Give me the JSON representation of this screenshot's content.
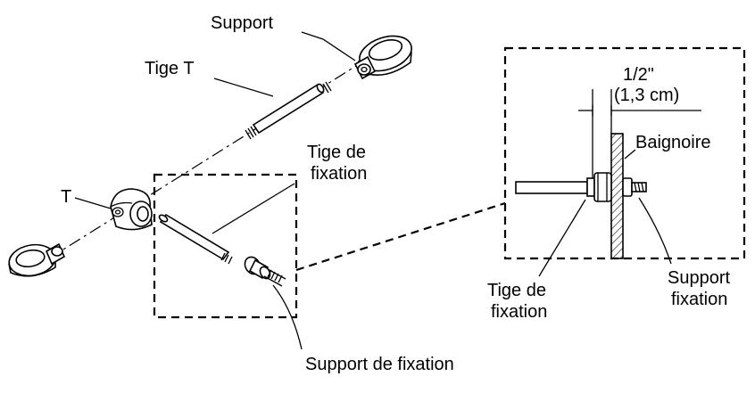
{
  "labels": {
    "support": "Support",
    "tige_t": "Tige T",
    "t": "T",
    "tige_de_fixation_line1": "Tige de",
    "tige_de_fixation_line2": "fixation",
    "support_de_fixation": "Support de fixation",
    "dimension_fraction": "1/2\"",
    "dimension_metric": "(1,3 cm)",
    "baignoire": "Baignoire",
    "detail_tige_line1": "Tige de",
    "detail_tige_line2": "fixation",
    "detail_support_line1": "Support",
    "detail_support_line2": "fixation"
  }
}
